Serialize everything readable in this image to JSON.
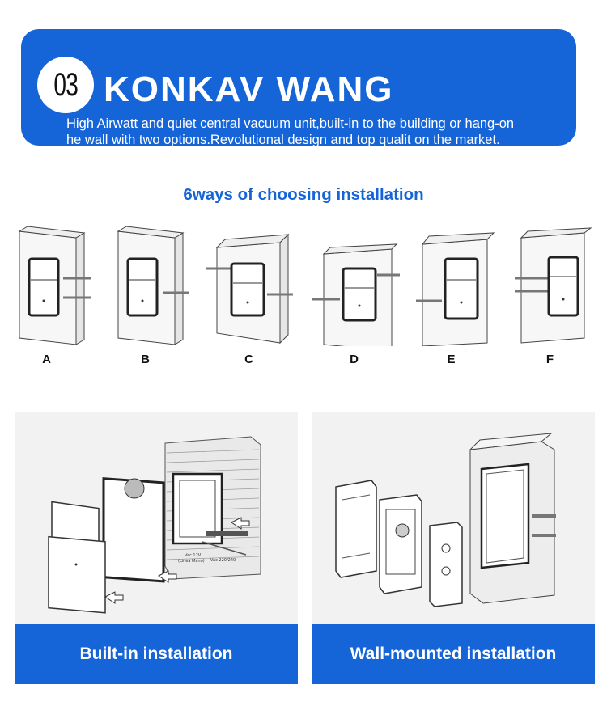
{
  "header": {
    "badge": "03",
    "title": "KONKAV WANG",
    "description_line1": "High Airwatt and quiet central vacuum unit,built-in to the building or hang-on",
    "description_line2": "he wall with two options.Revolutional design and top qualit on the market.",
    "accent_color": "#1565d8"
  },
  "subtitle": "6ways of choosing installation",
  "options": [
    {
      "label": "A"
    },
    {
      "label": "B"
    },
    {
      "label": "C"
    },
    {
      "label": "D"
    },
    {
      "label": "E"
    },
    {
      "label": "F"
    }
  ],
  "panels": {
    "left": {
      "label": "Built-in installation",
      "diagram_text_1": "Vac 12V",
      "diagram_text_2": "(Linea Mano)",
      "diagram_text_3": "Vac 220/240"
    },
    "right": {
      "label": "Wall-mounted installation"
    }
  }
}
